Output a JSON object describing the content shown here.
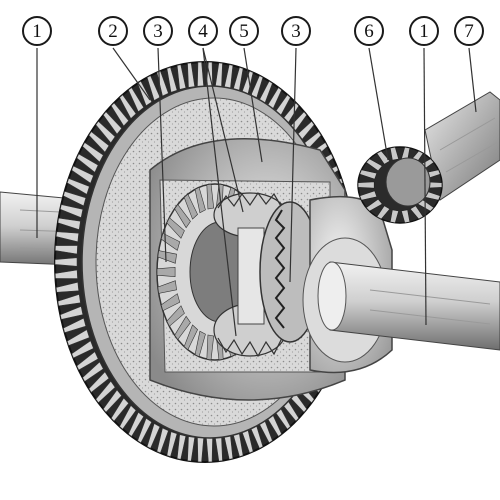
{
  "diagram": {
    "callouts": [
      {
        "id": "c1a",
        "label": "1"
      },
      {
        "id": "c2",
        "label": "2"
      },
      {
        "id": "c3a",
        "label": "3"
      },
      {
        "id": "c4",
        "label": "4"
      },
      {
        "id": "c5",
        "label": "5"
      },
      {
        "id": "c3b",
        "label": "3"
      },
      {
        "id": "c6",
        "label": "6"
      },
      {
        "id": "c1b",
        "label": "1"
      },
      {
        "id": "c7",
        "label": "7"
      }
    ]
  }
}
